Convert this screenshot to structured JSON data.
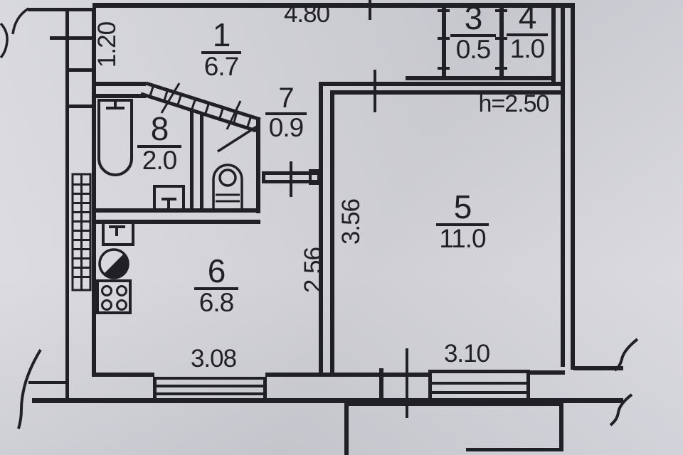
{
  "plan": {
    "title": "apartment-floor-plan",
    "rooms": [
      {
        "id": "room-1",
        "number": "1",
        "area": "6.7"
      },
      {
        "id": "room-3",
        "number": "3",
        "area": "0.5"
      },
      {
        "id": "room-4",
        "number": "4",
        "area": "1.0"
      },
      {
        "id": "room-5",
        "number": "5",
        "area": "11.0"
      },
      {
        "id": "room-6",
        "number": "6",
        "area": "6.8"
      },
      {
        "id": "room-7",
        "number": "7",
        "area": "0.9"
      },
      {
        "id": "room-8",
        "number": "8",
        "area": "2.0"
      }
    ],
    "dimensions": {
      "top_width": "4.80",
      "left_entrance": "1.20",
      "ceiling_height": "h=2.50",
      "room5_left_wall": "3.56",
      "kitchen_right_wall": "2.56",
      "bottom_left_width": "3.08",
      "bottom_right_width": "3.10"
    },
    "colors": {
      "paper": "#d6d6dd",
      "ink": "#202026"
    }
  }
}
